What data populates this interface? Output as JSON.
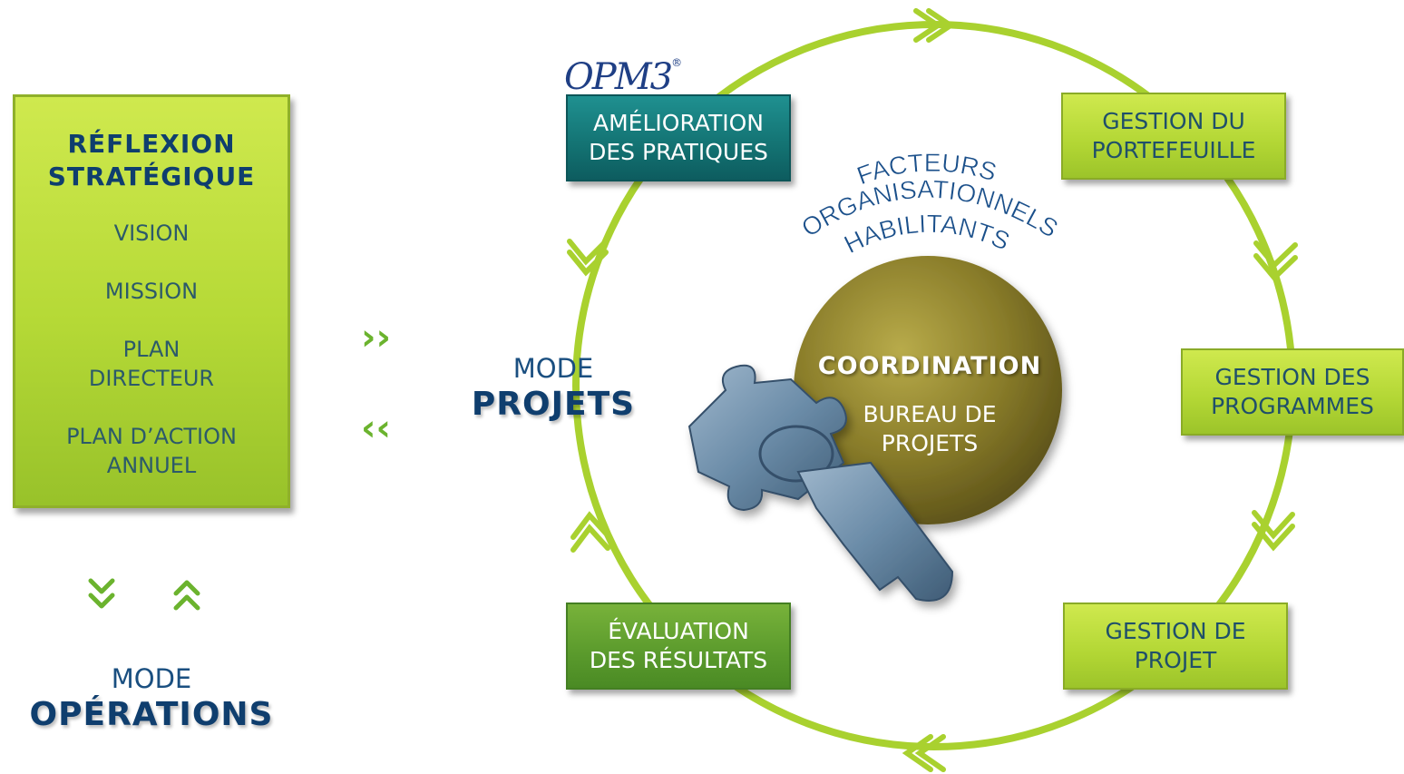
{
  "left_panel": {
    "title_line1": "RÉFLEXION",
    "title_line2": "STRATÉGIQUE",
    "items": [
      "VISION",
      "MISSION",
      "PLAN",
      "DIRECTEUR",
      "PLAN D’ACTION",
      "ANNUEL"
    ]
  },
  "mode_operations": {
    "small": "MODE",
    "big": "OPÉRATIONS"
  },
  "mode_projets": {
    "small": "MODE",
    "big": "PROJETS"
  },
  "chevrons": {
    "right": "››",
    "left": "‹‹"
  },
  "opm_logo": {
    "text": "OPM3",
    "mark": "®"
  },
  "boxes": {
    "amelioration": [
      "AMÉLIORATION",
      "DES PRATIQUES"
    ],
    "portefeuille": [
      "GESTION DU",
      "PORTEFEUILLE"
    ],
    "programmes": [
      "GESTION DES",
      "PROGRAMMES"
    ],
    "projet": [
      "GESTION DE",
      "PROJET"
    ],
    "evaluation": [
      "ÉVALUATION",
      "DES RÉSULTATS"
    ]
  },
  "arc_text": {
    "line1": "FACTEURS",
    "line2": "ORGANISATIONNELS",
    "line3": "HABILITANTS"
  },
  "center": {
    "title": "COORDINATION",
    "sub1": "BUREAU DE",
    "sub2": "PROJETS"
  },
  "colors": {
    "lime": "#b5d936",
    "teal": "#137272",
    "dark_green": "#5a9a2c",
    "navy": "#0f3e6e",
    "cycle_arrow": "#a9d12f",
    "olive_circle": "#8a7d2a",
    "puzzle_person": "#6b8ca8"
  }
}
